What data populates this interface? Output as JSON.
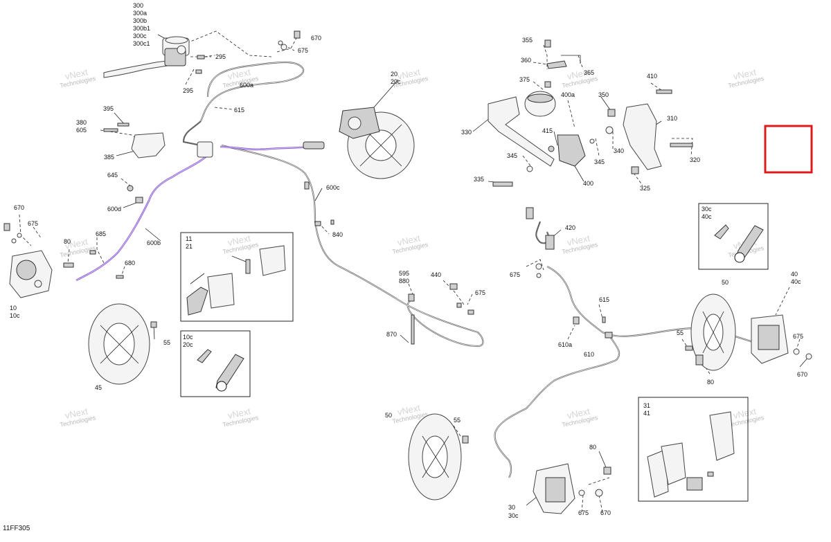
{
  "diagram": {
    "id": "11FF305",
    "watermark": {
      "line1": "vNext",
      "line2": "Technologies"
    },
    "labels": {
      "l300": "300",
      "l300a": "300a",
      "l300b": "300b",
      "l300b1": "300b1",
      "l300c": "300c",
      "l300c1": "300c1",
      "l295a": "295",
      "l295b": "295",
      "l670a": "670",
      "l675a": "675",
      "l600a": "600a",
      "l615a": "615",
      "l20": "20",
      "l20c": "20c",
      "l395": "395",
      "l380": "380",
      "l605": "605",
      "l385": "385",
      "l645": "645",
      "l600d": "600d",
      "l600b": "600b",
      "l670b": "670",
      "l675b": "675",
      "l80a": "80",
      "l685": "685",
      "l680": "680",
      "l10": "10",
      "l10c": "10c",
      "l600c": "600c",
      "l840": "840",
      "l11": "11",
      "l21": "21",
      "l595": "595",
      "l880": "880",
      "l440": "440",
      "l675c": "675",
      "l870": "870",
      "l10cb": "10c",
      "l20cb": "20c",
      "l55a": "55",
      "l45": "45",
      "l355": "355",
      "l360": "360",
      "l365": "365",
      "l375": "375",
      "l400a": "400a",
      "l350": "350",
      "l410": "410",
      "l330": "330",
      "l415": "415",
      "l310": "310",
      "l340": "340",
      "l345a": "345",
      "l345b": "345",
      "l320": "320",
      "l335": "335",
      "l400": "400",
      "l325": "325",
      "l420": "420",
      "l30c": "30c",
      "l40c": "40c",
      "l675d": "675",
      "l615b": "615",
      "l610a": "610a",
      "l610": "610",
      "l50a": "50",
      "l40": "40",
      "l40cb": "40c",
      "l55b": "55",
      "l675e": "675",
      "l80b": "80",
      "l670c": "670",
      "l50b": "50",
      "l55c": "55",
      "l80c": "80",
      "l30": "30",
      "l30cb": "30c",
      "l675f": "675",
      "l670d": "670",
      "l31": "31",
      "l41": "41"
    }
  }
}
